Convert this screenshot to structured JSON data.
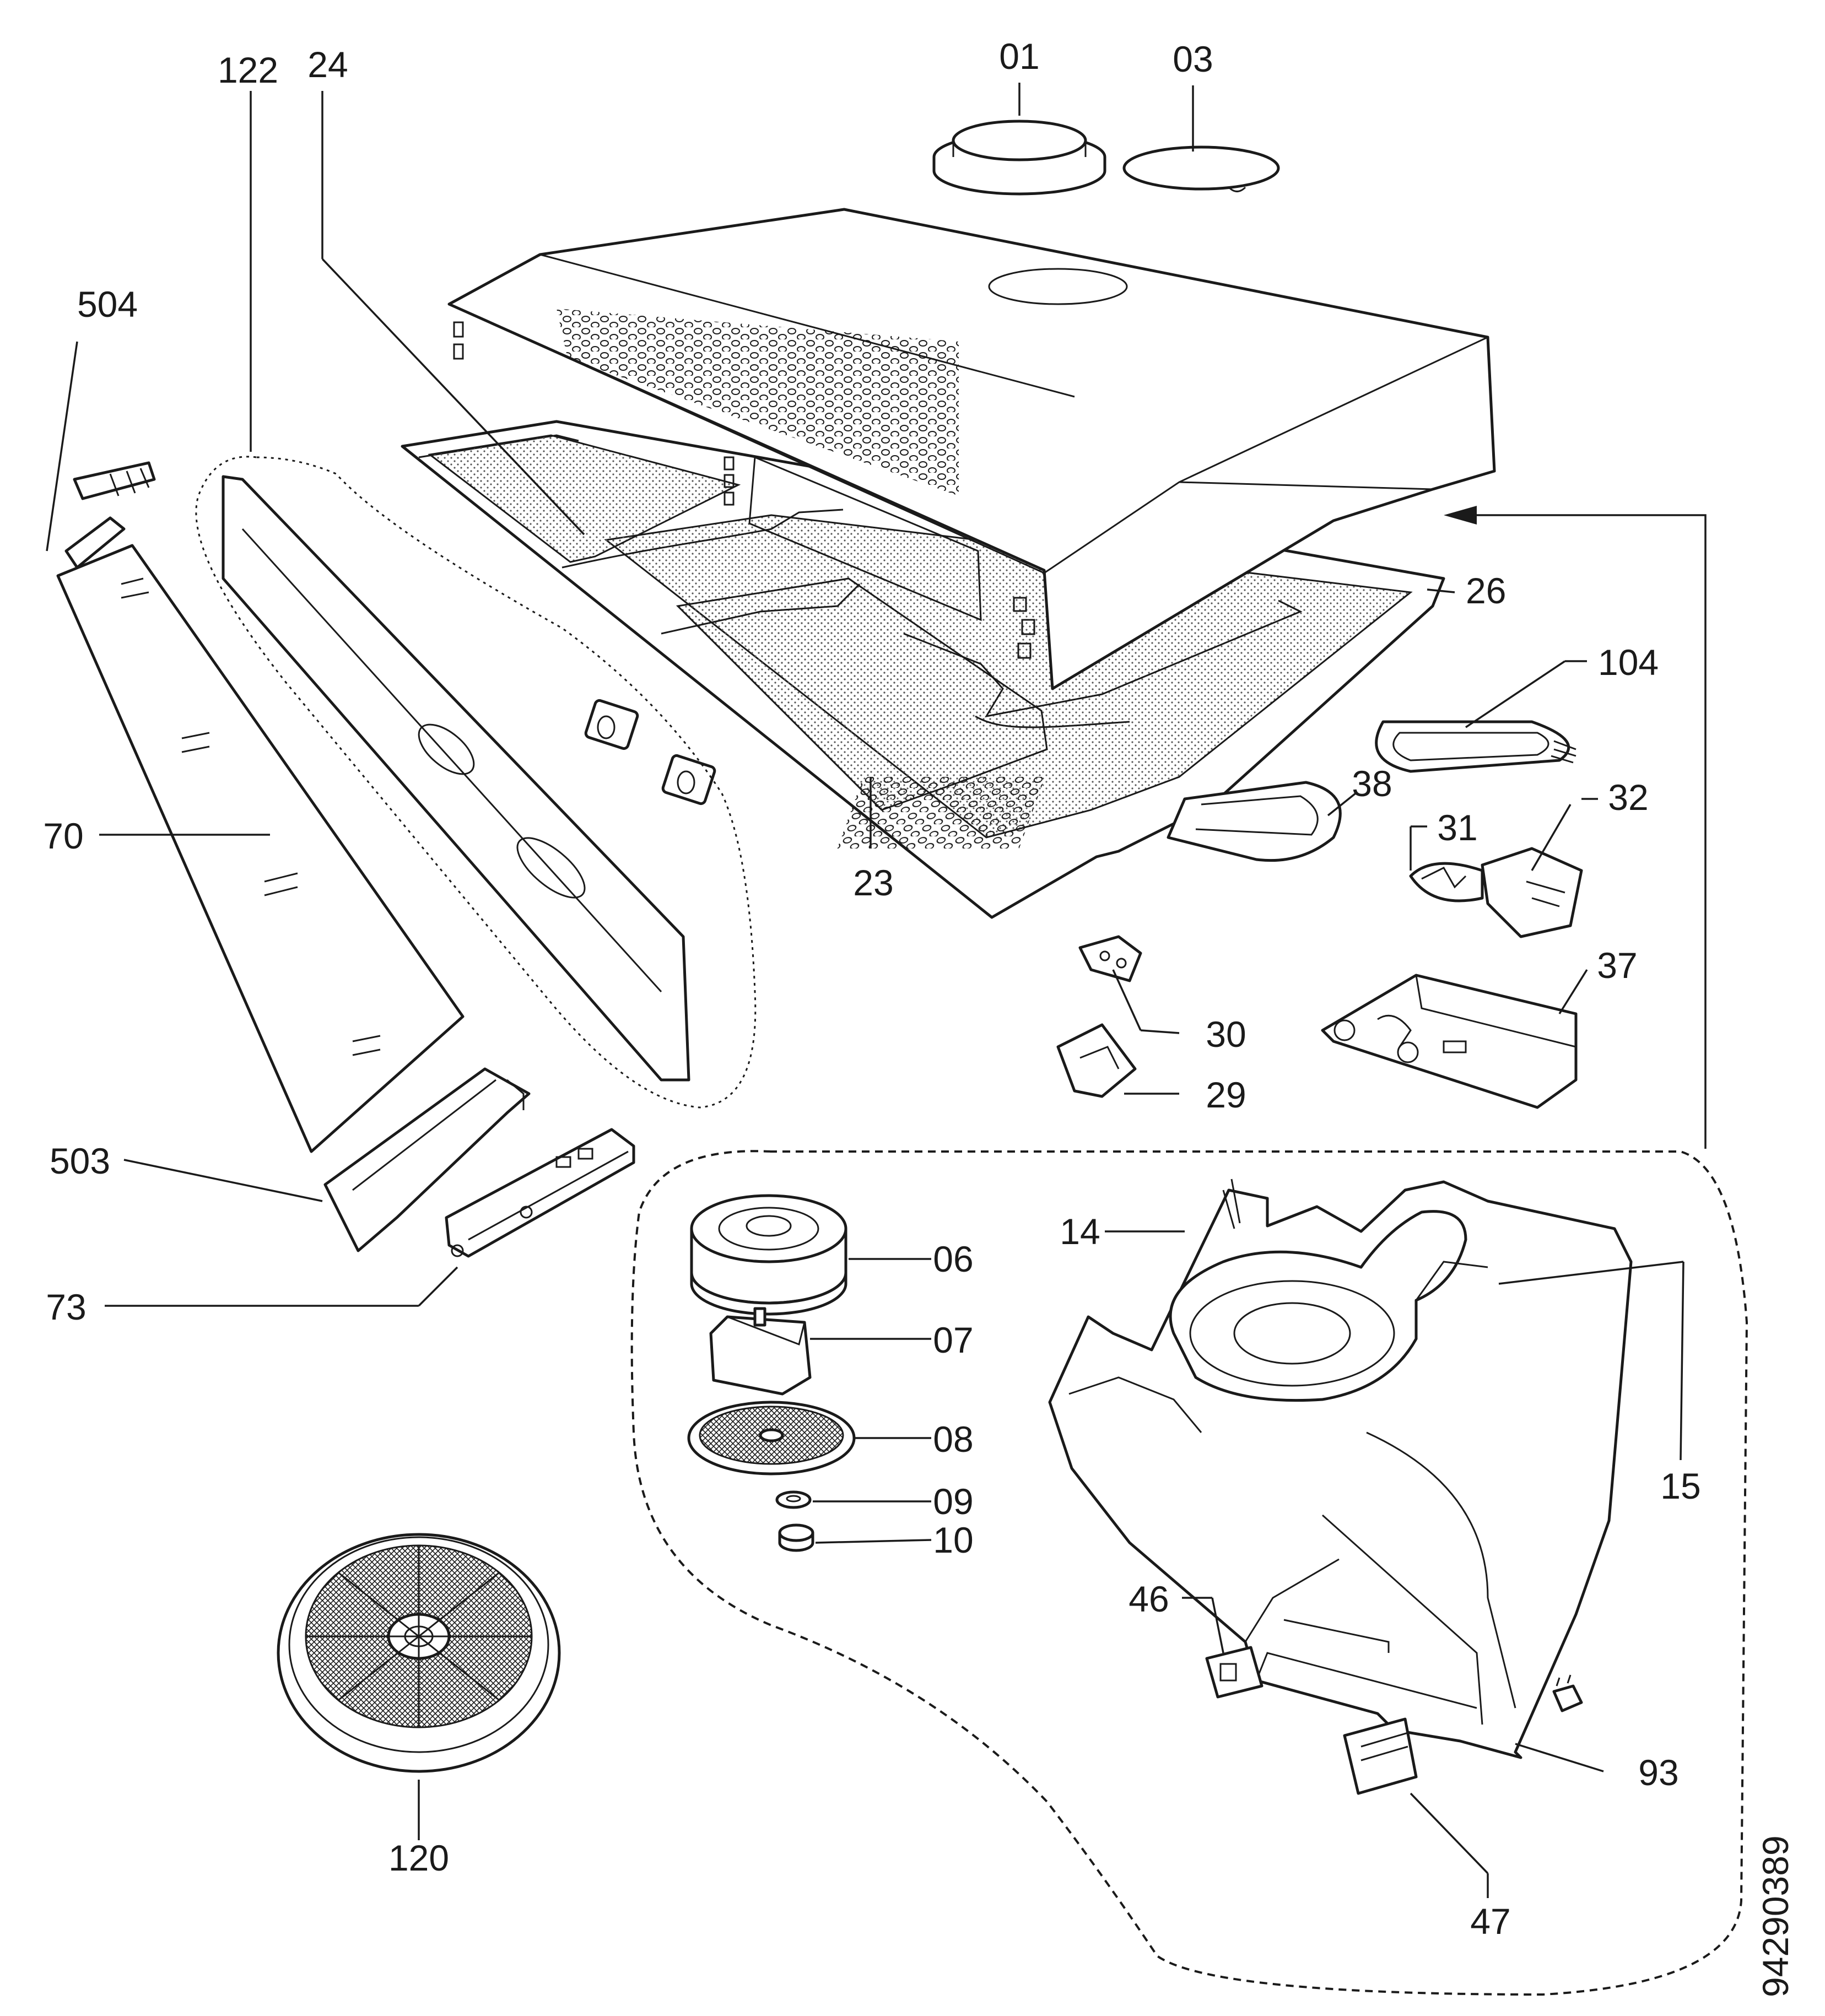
{
  "diagram": {
    "drawing_number": "94290389",
    "labels": [
      {
        "id": "01",
        "text": "01"
      },
      {
        "id": "03",
        "text": "03"
      },
      {
        "id": "122",
        "text": "122"
      },
      {
        "id": "24",
        "text": "24"
      },
      {
        "id": "504",
        "text": "504"
      },
      {
        "id": "26",
        "text": "26"
      },
      {
        "id": "104",
        "text": "104"
      },
      {
        "id": "38",
        "text": "38"
      },
      {
        "id": "32",
        "text": "32"
      },
      {
        "id": "31",
        "text": "31"
      },
      {
        "id": "70",
        "text": "70"
      },
      {
        "id": "23",
        "text": "23"
      },
      {
        "id": "37",
        "text": "37"
      },
      {
        "id": "30",
        "text": "30"
      },
      {
        "id": "29",
        "text": "29"
      },
      {
        "id": "503",
        "text": "503"
      },
      {
        "id": "14",
        "text": "14"
      },
      {
        "id": "06",
        "text": "06"
      },
      {
        "id": "73",
        "text": "73"
      },
      {
        "id": "07",
        "text": "07"
      },
      {
        "id": "08",
        "text": "08"
      },
      {
        "id": "15",
        "text": "15"
      },
      {
        "id": "09",
        "text": "09"
      },
      {
        "id": "10",
        "text": "10"
      },
      {
        "id": "46",
        "text": "46"
      },
      {
        "id": "93",
        "text": "93"
      },
      {
        "id": "120",
        "text": "120"
      },
      {
        "id": "47",
        "text": "47"
      }
    ]
  }
}
